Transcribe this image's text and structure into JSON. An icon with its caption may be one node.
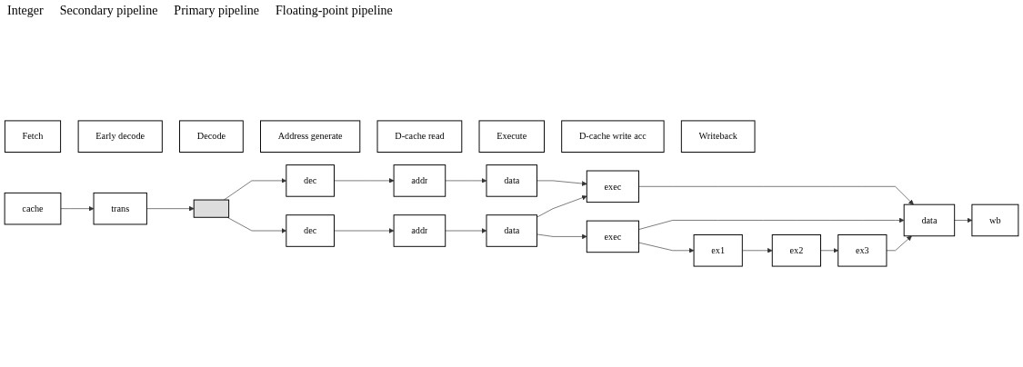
{
  "diagram": {
    "nodes": [
      {
        "text": [
          "Fetch"
        ]
      },
      {
        "text": [
          "Early decode"
        ]
      },
      {
        "text": [
          "Decode"
        ]
      },
      {
        "text": [
          "Address generate"
        ]
      },
      {
        "text": [
          "D-cache read"
        ]
      },
      {
        "text": [
          "Execute"
        ]
      },
      {
        "text": [
          "D-cache write acc"
        ]
      },
      {
        "text": [
          "Writeback"
        ]
      },
      {
        "text": [
          "cache"
        ]
      },
      {
        "text": [
          "trans"
        ]
      },
      {
        "text": [],
        "shape": "box"
      },
      {
        "text": [
          "dec"
        ]
      },
      {
        "text": [
          "addr"
        ]
      },
      {
        "text": [
          "data"
        ]
      },
      {
        "text": [
          "exec"
        ]
      },
      {
        "text": [
          "data"
        ]
      },
      {
        "text": [
          "wb"
        ]
      },
      {
        "text": [
          "dec"
        ]
      },
      {
        "text": [
          "addr"
        ]
      },
      {
        "text": [
          "data"
        ]
      },
      {
        "text": [
          "exec"
        ]
      },
      {
        "text": [
          "ex1"
        ]
      },
      {
        "text": [
          "ex2"
        ]
      },
      {
        "text": [
          "ex3"
        ]
      }
    ],
    "edges": [
      {
        "from": 8,
        "to": 9,
        "arrow": "to"
      },
      {
        "from": 9,
        "to": 10,
        "arrow": "to"
      },
      {
        "from": 10,
        "to": 11,
        "arrow": "to"
      },
      {
        "from": 10,
        "to": 17,
        "arrow": "to"
      },
      {
        "from": 11,
        "to": 12,
        "arrow": "to"
      },
      {
        "from": 12,
        "to": 13,
        "arrow": "to"
      },
      {
        "from": 13,
        "to": 14,
        "arrow": "to"
      },
      {
        "from": 14,
        "to": 15,
        "arrow": "to"
      },
      {
        "from": 17,
        "to": 18,
        "arrow": "to"
      },
      {
        "from": 18,
        "to": 19,
        "arrow": "to"
      },
      {
        "from": 19,
        "to": 20,
        "arrow": "to"
      },
      {
        "from": 19,
        "to": 14,
        "arrow": "to"
      },
      {
        "from": 20,
        "to": 15,
        "arrow": "to"
      },
      {
        "from": 15,
        "to": 16,
        "arrow": "to"
      },
      {
        "from": 20,
        "to": 21,
        "arrow": "to"
      },
      {
        "from": 21,
        "to": 22,
        "arrow": "to"
      },
      {
        "from": 22,
        "to": 23,
        "arrow": "to"
      },
      {
        "from": 23,
        "to": 15,
        "arrow": "to"
      }
    ],
    "labels": [
      "Integer",
      "Secondary pipeline",
      "Primary pipeline",
      "Floating-point pipeline"
    ]
  }
}
